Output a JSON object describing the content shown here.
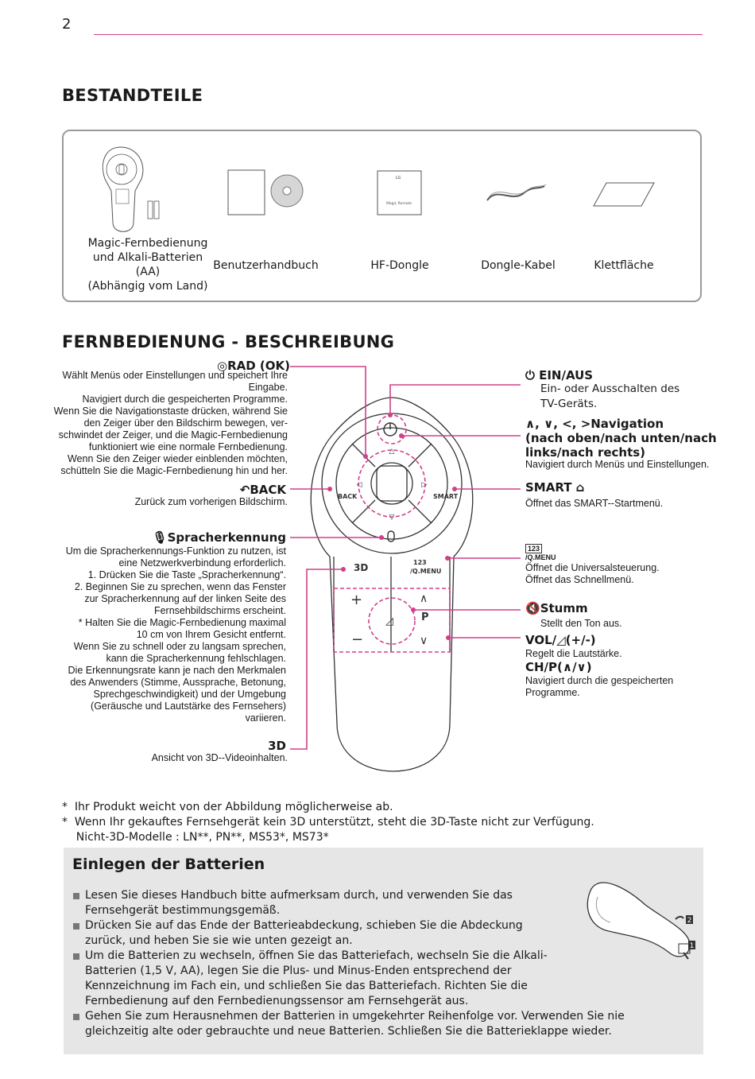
{
  "page_number": "2",
  "components": {
    "heading": "BESTANDTEILE",
    "items": [
      {
        "lines": [
          "Magic-Fernbedienung",
          "und Alkali-Batterien",
          "(AA)",
          "(Abhängig vom Land)"
        ]
      },
      {
        "lines": [
          "Benutzerhandbuch"
        ]
      },
      {
        "lines": [
          "HF-Dongle"
        ]
      },
      {
        "lines": [
          "Dongle-Kabel"
        ]
      },
      {
        "lines": [
          "Klettfläche"
        ]
      }
    ],
    "dongle_logo": "LG",
    "dongle_text": "Magic Remote"
  },
  "remote": {
    "heading": "FERNBEDIENUNG - BESCHREIBUNG",
    "buttons_text": {
      "back": "BACK",
      "smart": "SMART",
      "menu": "/Q.MENU",
      "threed": "3D",
      "p": "P",
      "num": "123"
    },
    "left": {
      "wheel_title": "RAD (OK)",
      "wheel_desc": [
        "Wählt Menüs oder Einstellungen und speichert Ihre",
        "Eingabe.",
        "Navigiert durch die gespeicherten Programme.",
        "Wenn Sie die Navigationstaste drücken, während Sie",
        "den Zeiger über den Bildschirm bewegen, ver-",
        "schwindet der Zeiger, und die Magic-Fernbedienung",
        "funktioniert wie eine normale Fernbedienung.",
        "Wenn Sie den Zeiger wieder einblenden möchten,",
        "schütteln Sie die Magic-Fernbedienung hin und her."
      ],
      "back_title": "BACK",
      "back_desc": "Zurück zum vorherigen Bildschirm.",
      "voice_title": "Spracherkennung",
      "voice_desc": [
        "Um die Spracherkennungs-Funktion zu nutzen, ist",
        "eine Netzwerkverbindung erforderlich.",
        "1. Drücken Sie die Taste „Spracherkennung“.",
        "2. Beginnen Sie zu sprechen, wenn das Fenster",
        "zur Spracherkennung auf der linken Seite des",
        "Fernsehbildschirms erscheint.",
        "* Halten Sie die Magic-Fernbedienung maximal",
        "10 cm von Ihrem Gesicht entfernt.",
        "Wenn Sie zu schnell oder zu langsam sprechen,",
        "kann die Spracherkennung fehlschlagen.",
        "Die Erkennungsrate kann je nach den Merkmalen",
        "des Anwenders (Stimme, Aussprache, Betonung,",
        "Sprechgeschwindigkeit) und der Umgebung",
        "(Geräusche und Lautstärke des Fernsehers)",
        "variieren."
      ],
      "threed_title": "3D",
      "threed_desc": "Ansicht von 3D--Videoinhalten."
    },
    "right": {
      "power_title": "EIN/AUS",
      "power_desc": [
        "Ein- oder Ausschalten des",
        "TV-Geräts."
      ],
      "nav_title": [
        "∧, ∨, <, >Navigation",
        "(nach oben/nach unten/nach",
        "links/nach rechts)"
      ],
      "nav_desc": "Navigiert durch Menüs und Einstellungen.",
      "smart_title": "SMART",
      "smart_desc": "Öffnet das SMART--Startmenü.",
      "qmenu_title": "/Q.MENU",
      "qmenu_desc": [
        "Öffnet die Universalsteuerung.",
        "Öffnet das Schnellmenü."
      ],
      "mute_title": "Stumm",
      "mute_desc": "Stellt den Ton aus.",
      "vol_title": "VOL/◿(+/-)",
      "vol_desc": "Regelt die Lautstärke.",
      "ch_title": "CH/P(∧/∨)",
      "ch_desc": [
        "Navigiert durch die gespeicherten",
        "Programme."
      ]
    }
  },
  "notes": [
    "*  Ihr Produkt weicht von der Abbildung möglicherweise ab.",
    "*  Wenn Ihr gekauftes Fernsehgerät kein 3D unterstützt, steht die 3D-Taste nicht zur Verfügung.",
    "    Nicht-3D-Modelle : LN**, PN**, MS53*, MS73*"
  ],
  "batteries": {
    "title": "Einlegen der Batterien",
    "items": [
      "Lesen Sie dieses Handbuch bitte aufmerksam durch, und verwenden Sie das Fernsehgerät bestimmungsgemäß.",
      "Drücken Sie auf das Ende der Batterieabdeckung, schieben Sie die Abdeckung zurück, und heben Sie sie wie unten gezeigt an.",
      "Um die Batterien zu wechseln, öffnen Sie das Batteriefach, wechseln Sie die Alkali-Batterien (1,5 V, AA), legen Sie die Plus- und Minus-Enden entsprechend der Kennzeichnung im Fach ein, und schließen Sie das Batteriefach. Richten Sie die Fernbedienung auf den Fernbedienungssensor am Fernsehgerät aus.",
      "Gehen Sie zum Herausnehmen der Batterien in umgekehrter Reihenfolge vor. Verwenden Sie nie gleichzeitig alte oder gebrauchte und neue Batterien. Schließen Sie die Batterieklappe wieder."
    ],
    "step1": "1",
    "step2": "2"
  },
  "colors": {
    "accent": "#d0408a",
    "box_border": "#9a9a9a",
    "battery_bg": "#e6e6e6"
  }
}
